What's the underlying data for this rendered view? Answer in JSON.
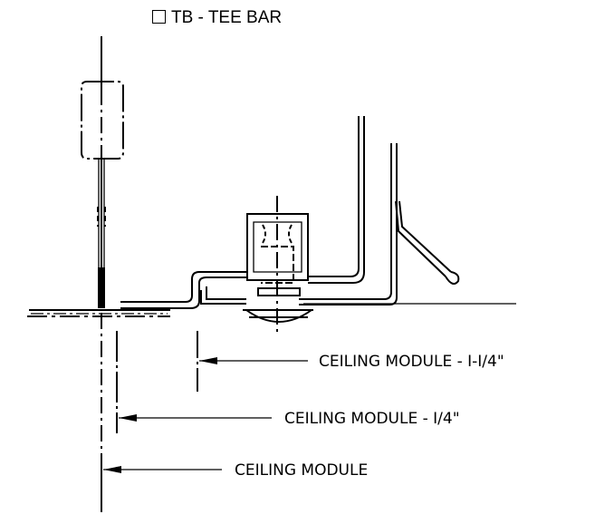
{
  "title": {
    "checkbox_icon": "empty-square-icon",
    "text": "TB - TEE BAR"
  },
  "dimensions": [
    {
      "label": "CEILING MODULE - I-I/4\""
    },
    {
      "label": "CEILING MODULE - I/4\""
    },
    {
      "label": "CEILING MODULE"
    }
  ],
  "colors": {
    "line": "#000000",
    "background": "#ffffff"
  }
}
